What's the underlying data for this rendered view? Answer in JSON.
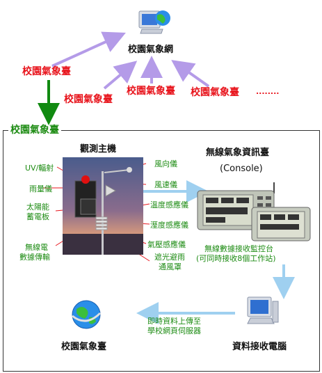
{
  "top": {
    "network_label": "校園氣象網",
    "station_left": "校園氣象臺",
    "stations": [
      "校園氣象臺",
      "校園氣象臺",
      "校園氣象臺"
    ],
    "ellipsis": "........"
  },
  "frame": {
    "title": "校園氣象臺"
  },
  "main_unit": {
    "title": "觀測主機",
    "labels_left": [
      "UV/輻射",
      "雨量儀",
      "太陽能",
      "蓄電板",
      "無線電",
      "數據傳輸"
    ],
    "labels_right": [
      "風向儀",
      "風速儀",
      "溫度感應儀",
      "溼度感應儀",
      "氣壓感應儀",
      "遮光避雨",
      "通風罩"
    ]
  },
  "console": {
    "title": "無線氣象資訊臺",
    "subtitle": "(Console)",
    "caption_line1": "無線數據接收監控台",
    "caption_line2": "(可同時接收8個工作站)"
  },
  "bottom": {
    "receiver_label": "資料接收電腦",
    "upload_line1": "即時資料上傳至",
    "upload_line2": "學校網頁伺服器",
    "station_label": "校園氣象臺"
  },
  "colors": {
    "red_text": "#e8141c",
    "green_text": "#1e8c14",
    "purple_arrow": "#b49be8",
    "blue_arrow": "#9fd0f0",
    "green_arrow": "#118a11"
  }
}
